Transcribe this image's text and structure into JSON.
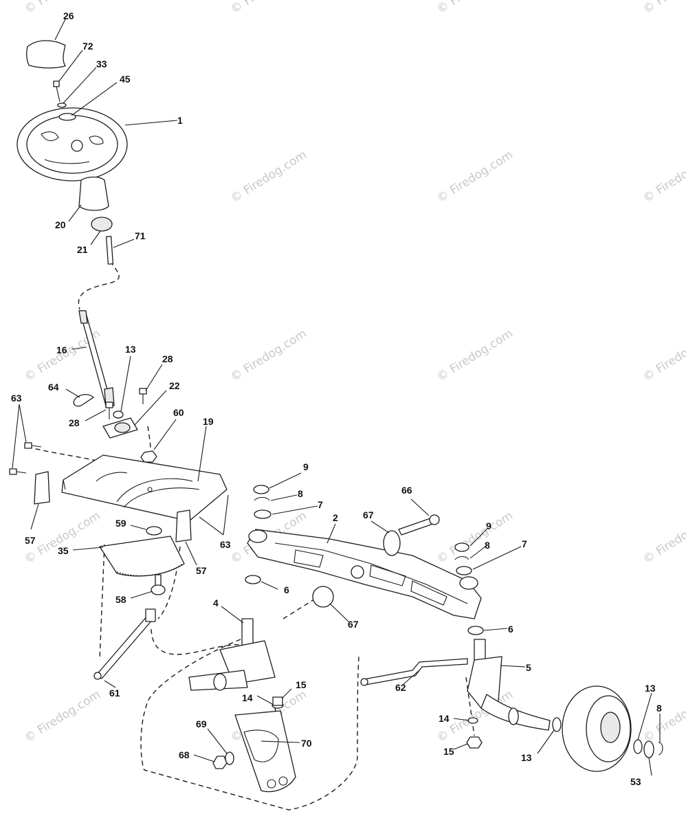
{
  "watermark": "© Firedog.com",
  "callouts": {
    "c26": "26",
    "c72": "72",
    "c33": "33",
    "c45": "45",
    "c1": "1",
    "c20": "20",
    "c21": "21",
    "c71": "71",
    "c16": "16",
    "c13a": "13",
    "c28a": "28",
    "c64": "64",
    "c22": "22",
    "c28b": "28",
    "c63a": "63",
    "c60": "60",
    "c19": "19",
    "c59": "59",
    "c63b": "63",
    "c35": "35",
    "c57a": "57",
    "c57b": "57",
    "c58": "58",
    "c9a": "9",
    "c8a": "8",
    "c7a": "7",
    "c66": "66",
    "c2": "2",
    "c67a": "67",
    "c9b": "9",
    "c8b": "8",
    "c7b": "7",
    "c6a": "6",
    "c67b": "67",
    "c4": "4",
    "c6b": "6",
    "c5": "5",
    "c61": "61",
    "c62": "62",
    "c14a": "14",
    "c15a": "15",
    "c69": "69",
    "c70": "70",
    "c68": "68",
    "c14b": "14",
    "c15b": "15",
    "c13b": "13",
    "c13c": "13",
    "c8c": "8",
    "c53": "53"
  }
}
